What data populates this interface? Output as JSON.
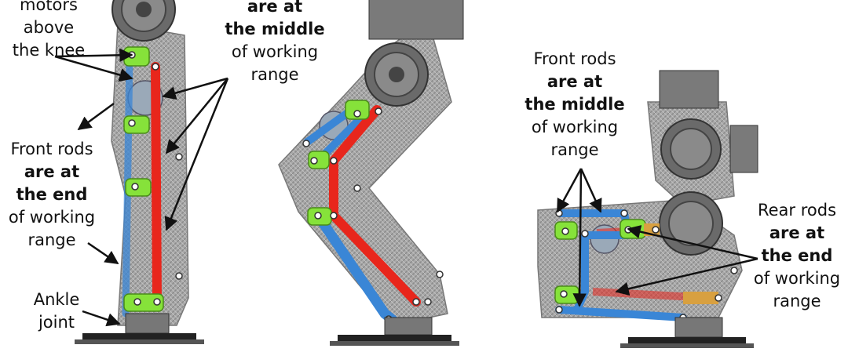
{
  "colors": {
    "front_rod": "#3a86d6",
    "rear_rod": "#e8261c",
    "joint": "#86e23a",
    "frame": "#8c8c8c",
    "motor": "#555555"
  },
  "labels": {
    "motors": [
      "motors",
      "above",
      "the knee"
    ],
    "front_end": {
      "l1": "Front rods",
      "b1": "are at",
      "b2": "the end",
      "l2": "of working",
      "l3": "range"
    },
    "top_middle": {
      "b1": "are at",
      "b2": "the middle",
      "l2": "of working",
      "l3": "range"
    },
    "front_middle": {
      "l1": "Front rods",
      "b1": "are at",
      "b2": "the middle",
      "l2": "of working",
      "l3": "range"
    },
    "rear_end": {
      "l1": "Rear rods",
      "b1": "are at",
      "b2": "the end",
      "l2": "of working",
      "l3": "range"
    },
    "ankle": [
      "Ankle",
      "joint"
    ]
  },
  "icons": [
    "motor-icon",
    "joint-icon",
    "foot-icon"
  ]
}
